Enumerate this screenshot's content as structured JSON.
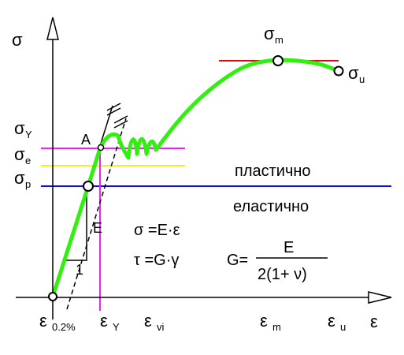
{
  "labels": {
    "y_axis": "σ",
    "x_axis": "ε",
    "sigma_m": "σ",
    "sigma_m_sub": "m",
    "sigma_u": "σ",
    "sigma_u_sub": "u",
    "sigma_Y": "σ",
    "sigma_Y_sub": "Y",
    "sigma_e": "σ",
    "sigma_e_sub": "e",
    "sigma_p": "σ",
    "sigma_p_sub": "p",
    "point_A": "A",
    "modulus_E": "E",
    "slope_1": "1",
    "region_plastic": "пластично",
    "region_elastic": "еластично",
    "formula_hooke": "σ =E·ε",
    "formula_shear": "τ =G·γ",
    "formula_G_lhs": "G=",
    "formula_G_num": "E",
    "formula_G_den": "2(1+ ν)",
    "eps_0": "ε",
    "eps_0_sub": "0.2%",
    "eps_Y": "ε",
    "eps_Y_sub": "Y",
    "eps_vi": "ε",
    "eps_vi_sub": "vi",
    "eps_m": "ε",
    "eps_m_sub": "m",
    "eps_u": "ε",
    "eps_u_sub": "u"
  },
  "colors": {
    "curve": "#33ee11",
    "sigma_Y_line": "#ee22ee",
    "sigma_e_line": "#eeee33",
    "sigma_p_line": "#1111bb",
    "sigma_m_line": "#cc1111",
    "axes": "#000000"
  }
}
